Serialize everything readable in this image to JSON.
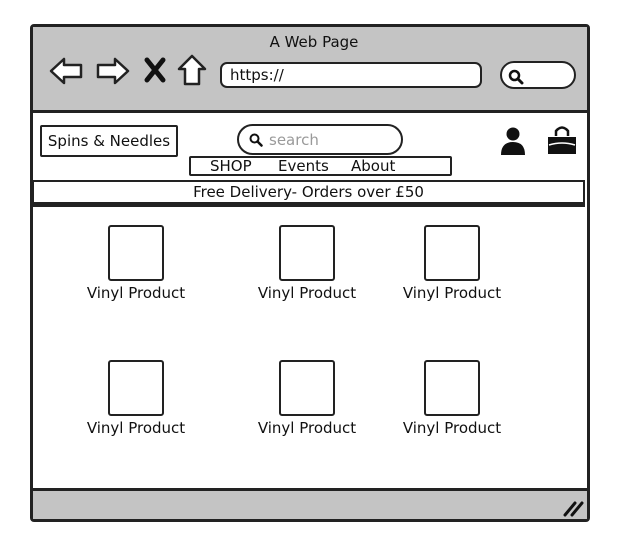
{
  "window": {
    "title": "A Web Page"
  },
  "browser": {
    "url_value": "https://",
    "nav_icons": [
      "back-arrow-icon",
      "forward-arrow-icon",
      "close-x-icon",
      "home-icon"
    ]
  },
  "site": {
    "logo": "Spins & Needles",
    "search": {
      "placeholder": "search"
    },
    "menu": [
      "SHOP",
      "Events",
      "About"
    ],
    "banner": "Free Delivery- Orders over £50"
  },
  "products": [
    {
      "label": "Vinyl Product"
    },
    {
      "label": "Vinyl Product"
    },
    {
      "label": "Vinyl Product"
    },
    {
      "label": "Vinyl Product"
    },
    {
      "label": "Vinyl Product"
    },
    {
      "label": "Vinyl Product"
    }
  ]
}
